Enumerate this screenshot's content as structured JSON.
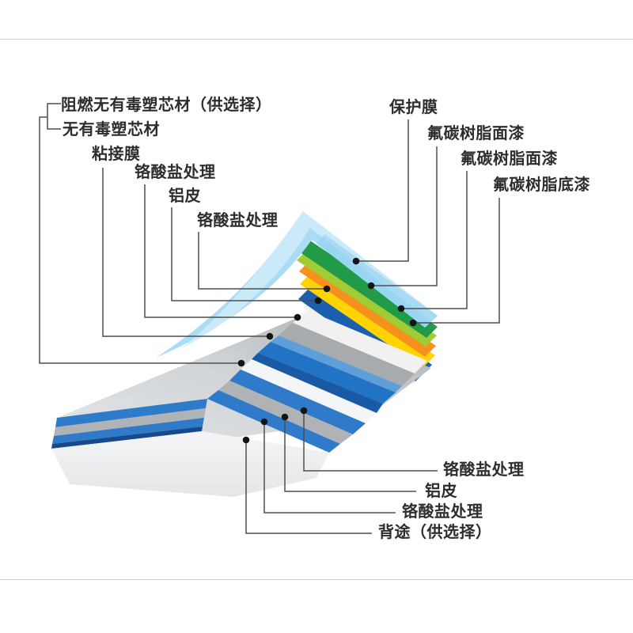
{
  "page": {
    "description_zh": "铝塑复合板分层结构示意图",
    "description_en": "Exploded layer diagram of an aluminum-plastic composite panel"
  },
  "colors": {
    "protective_film": "#aadcf6",
    "protective_film_pale": "#cdeafa",
    "protective_film_deep": "#8ccfef",
    "topcoat_green": "#219b48",
    "topcoat_lime": "#a2cc33",
    "primer_orange": "#f6911d",
    "chromate_yellow": "#ffd402",
    "aluminum_navy": "#1c5fae",
    "chromate_white": "#f1f2f0",
    "body_gray_band": "#a7abae",
    "adhesive_blue_light": "#5f9fd9",
    "adhesive_blue": "#2173c6",
    "adhesive_blue_dark": "#1a5aa5",
    "core_white_band": "#f4f5f6",
    "stair_blue": "#2f7bc9",
    "stair_gray": "#b0b3b6",
    "stair_navy": "#174a8c",
    "panel_white": "#eef0f1",
    "leader_line": "#4f4f4f",
    "leader_dot": "#141414",
    "rule_gray": "#cdcdcd"
  },
  "diagram": {
    "labels_left": [
      {
        "id": "flame-retardant-core",
        "text": "阻燃无有毒塑芯材（供选择）"
      },
      {
        "id": "non-toxic-core",
        "text": "无有毒塑芯材"
      },
      {
        "id": "adhesive-film",
        "text": "粘接膜"
      },
      {
        "id": "chromate-treatment-1",
        "text": "铬酸盐处理"
      },
      {
        "id": "aluminum-skin-1",
        "text": "铝皮"
      },
      {
        "id": "chromate-treatment-2",
        "text": "铬酸盐处理"
      }
    ],
    "labels_right": [
      {
        "id": "protective-film",
        "text": "保护膜"
      },
      {
        "id": "fluorocarbon-topcoat-1",
        "text": "氟碳树脂面漆"
      },
      {
        "id": "fluorocarbon-topcoat-2",
        "text": "氟碳树脂面漆"
      },
      {
        "id": "fluorocarbon-primer",
        "text": "氟碳树脂底漆"
      }
    ],
    "labels_bottom": [
      {
        "id": "chromate-treatment-3",
        "text": "铬酸盐处理"
      },
      {
        "id": "aluminum-skin-2",
        "text": "铝皮"
      },
      {
        "id": "chromate-treatment-4",
        "text": "铬酸盐处理"
      },
      {
        "id": "back-coating",
        "text": "背途（供选择）"
      }
    ],
    "layer_stack_top_to_bottom": [
      "保护膜",
      "氟碳树脂面漆",
      "氟碳树脂面漆",
      "氟碳树脂底漆",
      "铬酸盐处理",
      "铝皮",
      "铬酸盐处理",
      "粘接膜",
      "无有毒塑芯材 / 阻燃无有毒塑芯材（供选择）",
      "铬酸盐处理",
      "铝皮",
      "铬酸盐处理",
      "背途（供选择）"
    ]
  }
}
